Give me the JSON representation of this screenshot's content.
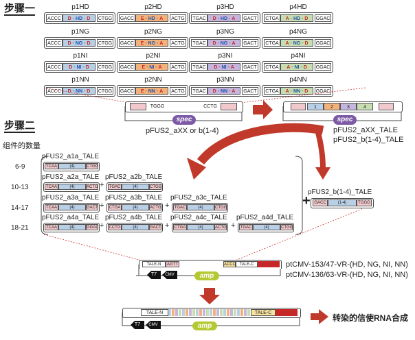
{
  "steps": {
    "one": "步骤一",
    "two": "步骤二"
  },
  "module_count_label": "组件的数量",
  "step1_grid": [
    {
      "label": "p1HD",
      "left": "ACCC",
      "mid": [
        "D",
        "HD",
        "D"
      ],
      "right": "CTGG"
    },
    {
      "label": "p2HD",
      "left": "GACC",
      "mid": [
        "E",
        "HD",
        "A"
      ],
      "right": "ACTG"
    },
    {
      "label": "p3HD",
      "left": "TGAC",
      "mid": [
        "D",
        "HD",
        "A"
      ],
      "right": "GACT"
    },
    {
      "label": "p4HD",
      "left": "CTGA",
      "mid": [
        "A",
        "HD",
        "D"
      ],
      "right": "GGAC"
    },
    {
      "label": "p1NG",
      "left": "ACCC",
      "mid": [
        "D",
        "NG",
        "D"
      ],
      "right": "CTGG"
    },
    {
      "label": "p2NG",
      "left": "GACC",
      "mid": [
        "E",
        "NG",
        "A"
      ],
      "right": "ACTG"
    },
    {
      "label": "p3NG",
      "left": "TGAC",
      "mid": [
        "D",
        "NG",
        "A"
      ],
      "right": "GACT"
    },
    {
      "label": "p4NG",
      "left": "CTGA",
      "mid": [
        "A",
        "NG",
        "D"
      ],
      "right": "GGAC"
    },
    {
      "label": "p1NI",
      "left": "ACCC",
      "mid": [
        "D",
        "NI",
        "D"
      ],
      "right": "CTGG"
    },
    {
      "label": "p2NI",
      "left": "GACC",
      "mid": [
        "E",
        "NI",
        "A"
      ],
      "right": "ACTG"
    },
    {
      "label": "p3NI",
      "left": "TGAC",
      "mid": [
        "D",
        "NI",
        "A"
      ],
      "right": "GACT"
    },
    {
      "label": "p4NI",
      "left": "CTGA",
      "mid": [
        "A",
        "NI",
        "D"
      ],
      "right": "GGAC"
    },
    {
      "label": "p1NN",
      "left": "ACCC",
      "mid": [
        "D",
        "NN",
        "D"
      ],
      "right": "CTGG"
    },
    {
      "label": "p2NN",
      "left": "GACC",
      "mid": [
        "E",
        "NN",
        "A"
      ],
      "right": "ACTG"
    },
    {
      "label": "p3NN",
      "left": "TGAC",
      "mid": [
        "D",
        "NN",
        "A"
      ],
      "right": "GACT"
    },
    {
      "label": "p4NN",
      "left": "CTGA",
      "mid": [
        "A",
        "NN",
        "D"
      ],
      "right": "GGAC"
    }
  ],
  "destination": {
    "left_site": "TGGG",
    "right_site": "CCTG",
    "marker": "spec",
    "name": "pFUS2_aXX or b(1-4)"
  },
  "assembled": {
    "slots": [
      "1",
      "2",
      "3",
      "4"
    ],
    "marker": "spec",
    "names": [
      "pFUS2_aXX_TALE",
      "pFUS2_b(1-4)_TALE"
    ]
  },
  "counts": [
    "6-9",
    "10-13",
    "14-17",
    "18-21"
  ],
  "fus_rows": [
    [
      {
        "name": "pFUS2_a1a_TALE",
        "left": "TCAA",
        "mid": "(4)",
        "right": "CTGG"
      }
    ],
    [
      {
        "name": "pFUS2_a2a_TALE",
        "left": "TCAA",
        "mid": "(4)",
        "right": "ACTG"
      },
      {
        "name": "pFUS2_a2b_TALE",
        "left": "TGAC",
        "mid": "(4)",
        "right": "CTGG"
      }
    ],
    [
      {
        "name": "pFUS2_a3a_TALE",
        "left": "TCAA",
        "mid": "(4)",
        "right": "GACT"
      },
      {
        "name": "pFUS2_a3b_TALE",
        "left": "CTGA",
        "mid": "(4)",
        "right": "ACTG"
      },
      {
        "name": "pFUS2_a3c_TALE",
        "left": "TGAC",
        "mid": "(4)",
        "right": "CTGG"
      }
    ],
    [
      {
        "name": "pFUS2_a4a_TALE",
        "left": "TCAA",
        "mid": "(4)",
        "right": "GGAC"
      },
      {
        "name": "pFUS2_a4b_TALE",
        "left": "CCTG",
        "mid": "(4)",
        "right": "GACT"
      },
      {
        "name": "pFUS2_a4c_TALE",
        "left": "CTGA",
        "mid": "(4)",
        "right": "ACTG"
      },
      {
        "name": "pFUS2_a4d_TALE",
        "left": "TGAC",
        "mid": "(4)",
        "right": "CTGG"
      }
    ]
  ],
  "plus": "+",
  "b_part": {
    "name": "pFUS2_b(1-4)_TALE",
    "left": "GACC",
    "mid": "(1-4)",
    "right": "TGGG"
  },
  "ptcmv": {
    "tale_n": "TALE-N",
    "site_left": "AGTT",
    "site_right": "ACCC",
    "tale_c": "TALE-C",
    "t7": "T7",
    "cmv": "CMV",
    "amp": "amp",
    "names": [
      "ptCMV-153/47-VR-(HD, NG, NI, NN)",
      "ptCMV-136/63-VR-(HD, NG, NI, NN)"
    ]
  },
  "final": {
    "tale_n": "TALE-N",
    "tale_c": "TALE-C",
    "t7": "T7",
    "cmv": "CMV",
    "amp": "amp",
    "result": "转染的信使RNA合成"
  },
  "colors": {
    "rvd_blue": "#b8cfe6",
    "rvd_orange": "#f2b27c",
    "rvd_purple": "#c5b6de",
    "rvd_green": "#c8deb2",
    "pink": "#f1c9cc",
    "red": "#c62828",
    "arrow_red": "#c0392b",
    "spec": "#7d5aa6",
    "amp": "#b4c832",
    "tick_pink": "#f2a7b0"
  }
}
